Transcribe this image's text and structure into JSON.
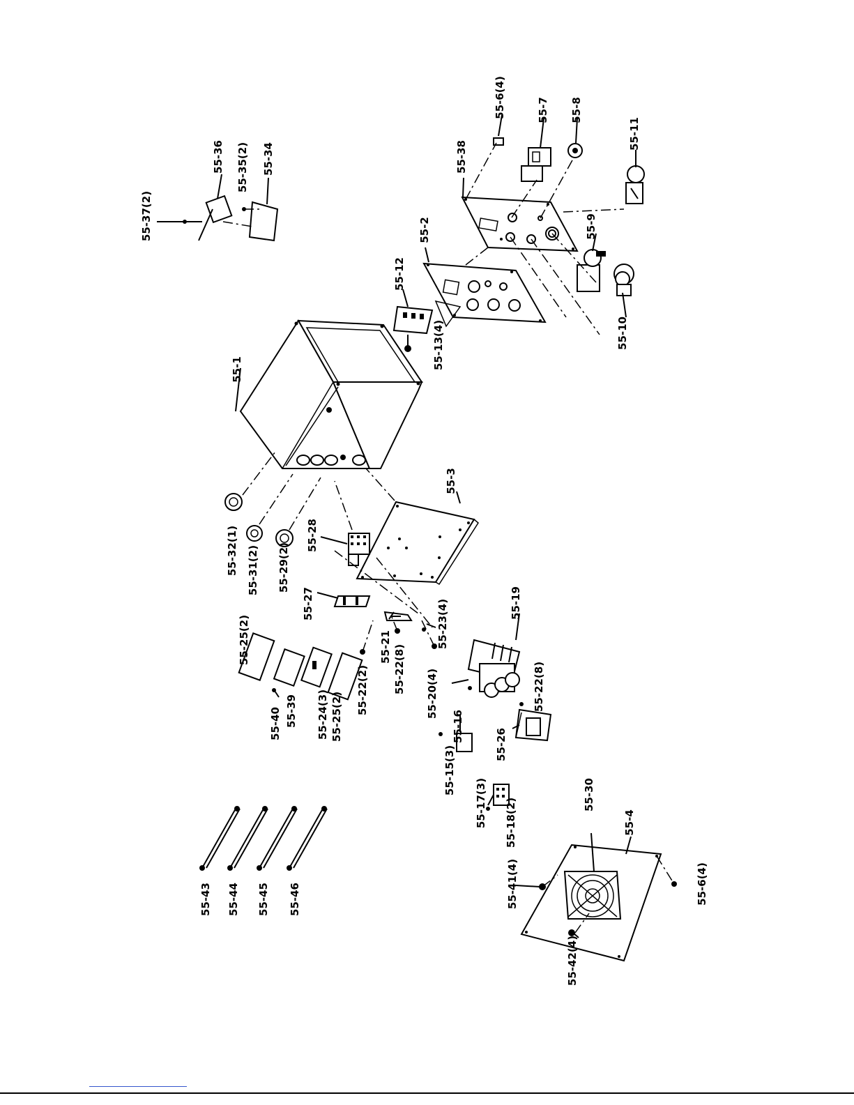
{
  "diagram": {
    "labels": [
      "55-1",
      "55-2",
      "55-3",
      "55-4",
      "55-6(4)",
      "55-6(4)",
      "55-7",
      "55-8",
      "55-9",
      "55-10",
      "55-11",
      "55-12",
      "55-13(4)",
      "55-15(3)",
      "55-16",
      "55-17(3)",
      "55-18(2)",
      "55-19",
      "55-20(4)",
      "55-21",
      "55-22(8)",
      "55-22(8)",
      "55-22(2)",
      "55-23(4)",
      "55-24(3)",
      "55-25(2)",
      "55-25(2)",
      "55-26",
      "55-27",
      "55-28",
      "55-29(2)",
      "55-30",
      "55-31(2)",
      "55-32(1)",
      "55-34",
      "55-35(2)",
      "55-36",
      "55-37(2)",
      "55-38",
      "55-39",
      "55-40",
      "55-41(4)",
      "55-42(4)",
      "55-43",
      "55-44",
      "55-45",
      "55-46"
    ]
  }
}
